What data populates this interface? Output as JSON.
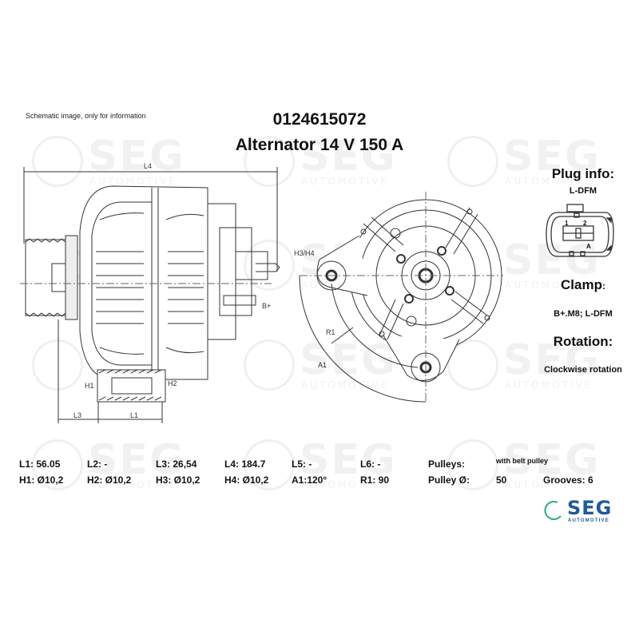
{
  "header": {
    "note": "Schematic image, only for information",
    "part_number": "0124615072",
    "product_title": "Alternator 14 V 150 A"
  },
  "side_panel": {
    "plug_info_label": "Plug info:",
    "plug_info_value": "L-DFM",
    "plug_pins": [
      "1",
      "2",
      "A"
    ],
    "clamp_label": "Clamp",
    "clamp_colon": ":",
    "clamp_value": "B+.M8; L-DFM",
    "rotation_label": "Rotation:",
    "rotation_value": "Clockwise rotation"
  },
  "drawing_labels": {
    "side_view": {
      "L4": "L4",
      "B_plus": "B+",
      "H1": "H1",
      "H2": "H2",
      "L3": "L3",
      "L1": "L1"
    },
    "front_view": {
      "H3_H4": "H3/H4",
      "R1": "R1",
      "A1": "A1"
    }
  },
  "specs": {
    "row1": [
      {
        "label": "L1: 56.05"
      },
      {
        "label": "L2: -"
      },
      {
        "label": "L3: 26,54"
      },
      {
        "label": "L4: 184.7"
      },
      {
        "label": "L5: -"
      },
      {
        "label": "L6: -"
      },
      {
        "label": "Pulleys:"
      },
      {
        "label": "with belt pulley"
      }
    ],
    "row2": [
      {
        "label": "H1: Ø10,2"
      },
      {
        "label": "H2: Ø10,2"
      },
      {
        "label": "H3: Ø10,2"
      },
      {
        "label": "H4: Ø10,2"
      },
      {
        "label": "A1:120°"
      },
      {
        "label": "R1: 90"
      },
      {
        "label": "Pulley Ø:"
      },
      {
        "label": "50"
      },
      {
        "label": "Grooves: 6"
      }
    ]
  },
  "logo": {
    "name": "SEG",
    "subtitle": "AUTOMOTIVE",
    "brand_color": "#1f5a9c",
    "ring_color": "#2aa889"
  },
  "watermark": {
    "text": "SEG",
    "subtitle": "AUTOMOTIVE"
  }
}
